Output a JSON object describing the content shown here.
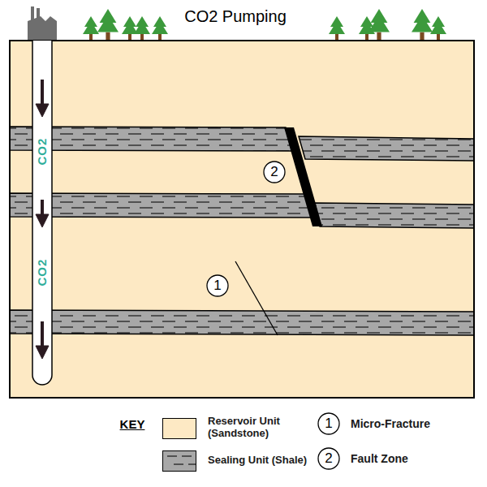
{
  "diagram": {
    "title": "CO2 Pumping",
    "labels": [
      "CO2",
      "CO2",
      "2",
      "1",
      "KEY",
      "1",
      "2"
    ],
    "legend": [
      {
        "text": "Reservoir Unit (Sandstone)",
        "color": "#fde9c4"
      },
      {
        "text": "Sealing Unit (Shale)",
        "color": "#a8a8a8"
      },
      {
        "text": "Micro-Fracture"
      },
      {
        "text": "Fault Zone"
      }
    ]
  }
}
